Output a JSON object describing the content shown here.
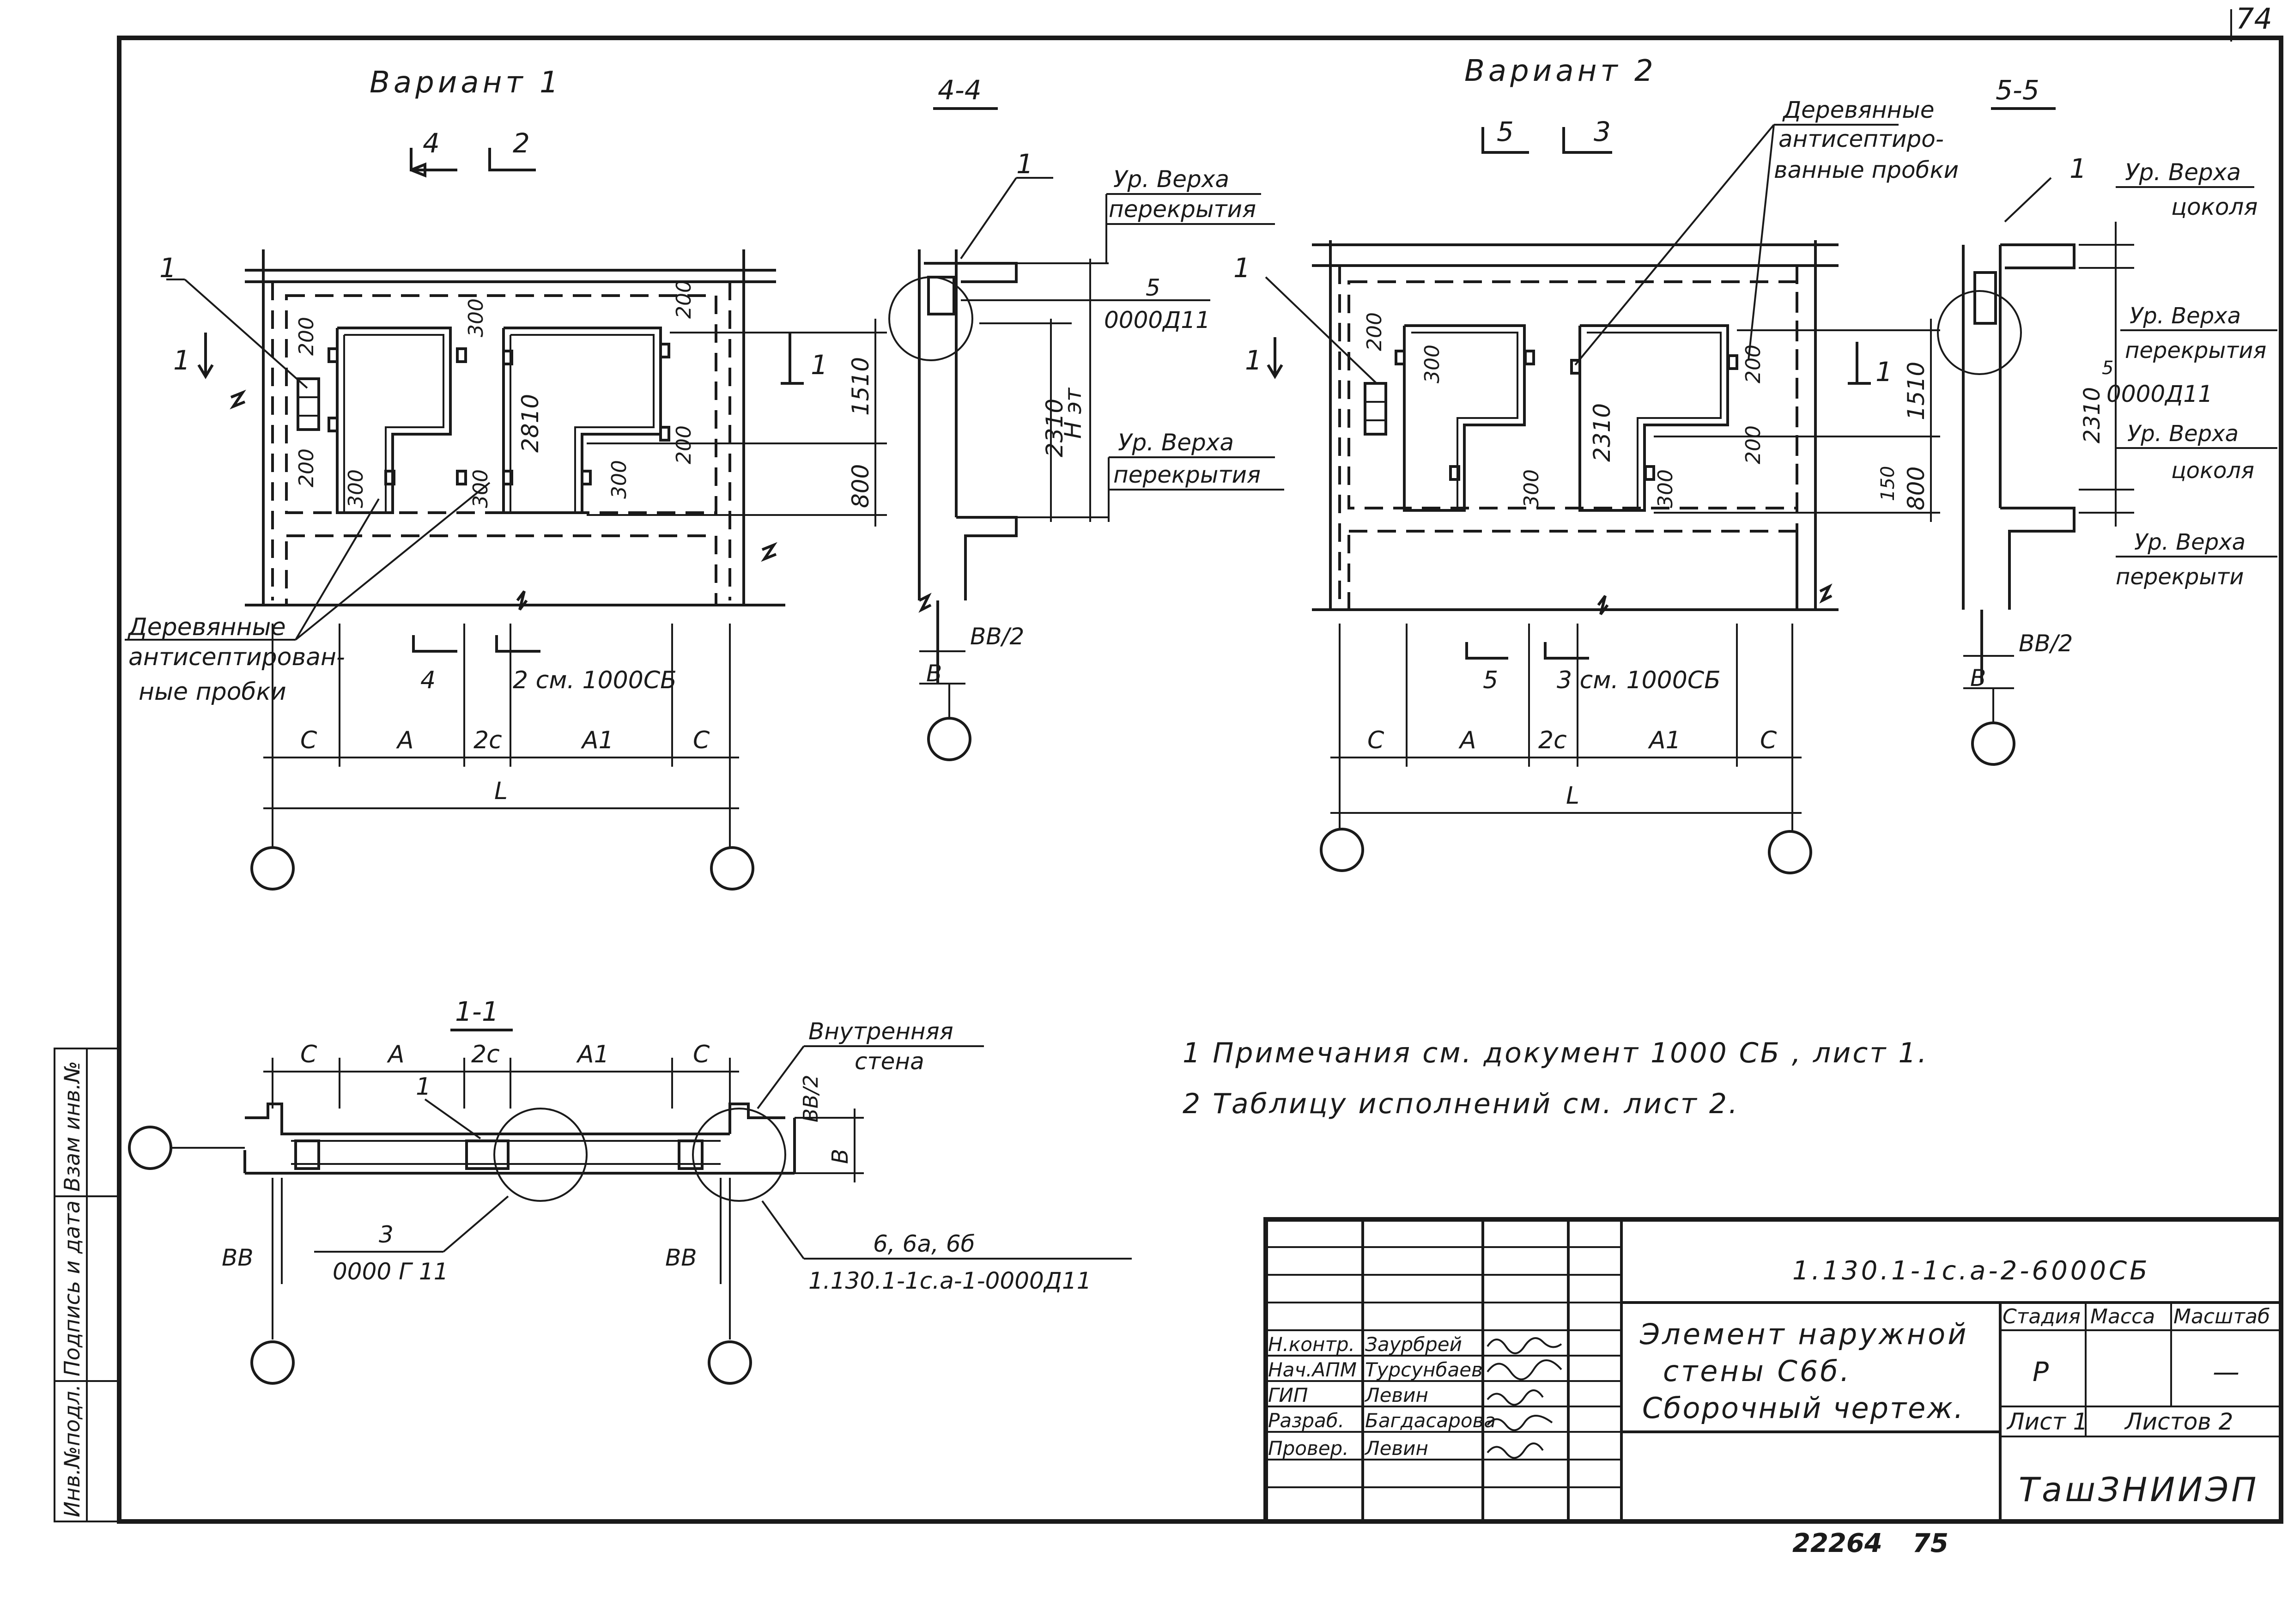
{
  "sheet": {
    "page_number": "74"
  },
  "margin": {
    "vzam_inv": "Взам инв.№",
    "signature_date": "Подпись и дата",
    "inv_orig": "Инв.№подл."
  },
  "dims": {
    "c": "С",
    "a": "А",
    "c2": "2с",
    "a1": "А1",
    "l": "L",
    "d200": "200",
    "d300": "300",
    "d2810": "2810",
    "d2310": "2310",
    "d1510": "1510",
    "d800": "800",
    "d150": "150",
    "bb2": "ВВ/2",
    "b": "В",
    "bb": "ВВ"
  },
  "variant1": {
    "title": "Вариант 1",
    "marker_4": "4",
    "marker_2": "2",
    "marker_2_ref": "2 см. 1000СБ",
    "callout_1": "1",
    "arrow_1": "1",
    "plug_label_1": "Деревянные",
    "plug_label_2": "антисептирован-",
    "plug_label_3": "ные пробки"
  },
  "variant2": {
    "title": "Вариант 2",
    "marker_5": "5",
    "marker_3": "3",
    "marker_3_ref": "3 см. 1000СБ",
    "callout_1": "1",
    "arrow_1": "1",
    "plug_label_1": "Деревянные",
    "plug_label_2": "антисептиро-",
    "plug_label_3": "ванные пробки"
  },
  "section44": {
    "title": "4-4",
    "callout_1": "1",
    "level_top_1": "Ур. Верха",
    "level_top_2": "перекрытия",
    "ref_5": "5",
    "ref_code": "0000Д11",
    "h_floor": "Н эт"
  },
  "section55": {
    "title": "5-5",
    "callout_1": "1",
    "level_top": "Ур. Верха",
    "plinth": "цоколя",
    "floor": "перекрытия",
    "floor_cut": "перекрыти",
    "ref_5": "5",
    "ref_code": "0000Д11"
  },
  "section11": {
    "title": "1-1",
    "callout_1": "1",
    "inner_wall_1": "Внутренняя",
    "inner_wall_2": "стена",
    "ref_3": "3",
    "ref_3_code": "0000 Г 11",
    "ref_6": "6, 6а, 6б",
    "ref_6_code": "1.130.1-1с.а-1-0000Д11"
  },
  "notes": [
    "1 Примечания см. документ 1000 СБ , лист 1.",
    "2 Таблицу исполнений см. лист 2."
  ],
  "titleblock": {
    "doc_code": "1.130.1-1с.а-2-6000СБ",
    "title_1": "Элемент наружной",
    "title_2": "стены С6б.",
    "title_3": "Сборочный чертеж.",
    "stage_label": "Стадия",
    "mass_label": "Масса",
    "scale_label": "Масштаб",
    "stage_value": "Р",
    "scale_value": "—",
    "sheet": "Лист 1",
    "sheets_total": "Листов 2",
    "organization": "ТашЗНИИЭП",
    "rows": [
      {
        "role": "Н.контр.",
        "name": "Заурбрей"
      },
      {
        "role": "Нач.АПМ",
        "name": "Турсунбаев"
      },
      {
        "role": "ГИП",
        "name": "Левин"
      },
      {
        "role": "Разраб.",
        "name": "Багдасарова"
      },
      {
        "role": "Провер.",
        "name": "Левин"
      }
    ]
  },
  "footer": {
    "archive_number": "22264",
    "page": "75"
  }
}
